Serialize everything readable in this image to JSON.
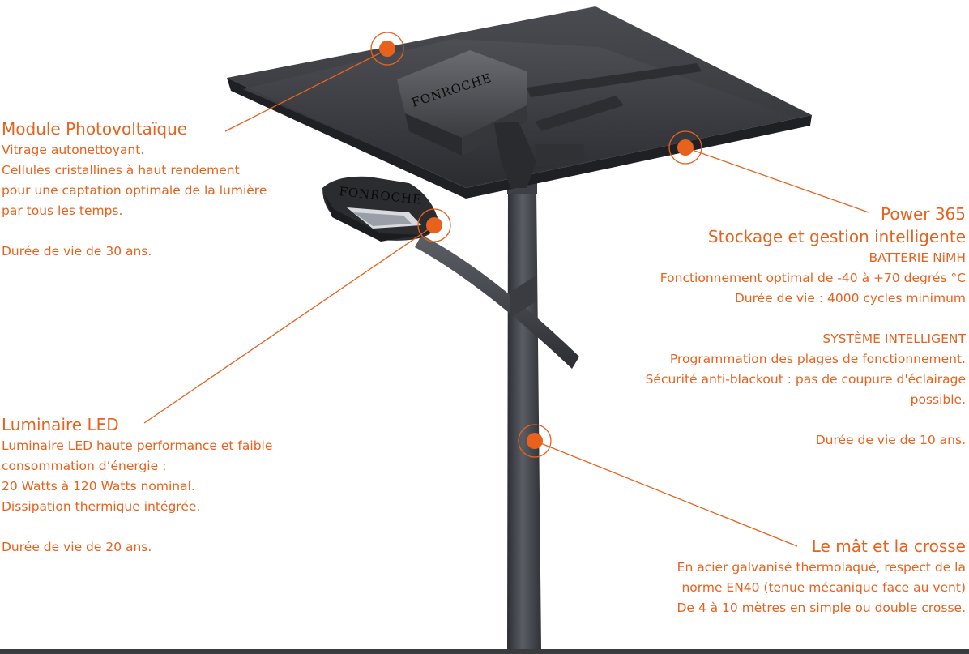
{
  "brand": "FONROCHE",
  "luminaire_brand": "FONROCHE",
  "colors": {
    "accent": "#e8621e",
    "panel": "#3a3b40",
    "pole": "#4a4c52"
  },
  "callouts": {
    "photovoltaic": {
      "title": "Module Photovoltaïque",
      "lines": [
        "Vitrage autonettoyant.",
        "Cellules cristallines à haut rendement",
        "pour une captation optimale de la lumière",
        "par tous les temps."
      ],
      "lifetime": "Durée de vie de 30 ans."
    },
    "power": {
      "title": "Power 365",
      "subtitle": "Stockage et gestion intelligente",
      "lines1": [
        "BATTERIE NiMH",
        "Fonctionnement optimal de -40 à +70 degrés °C",
        "Durée de vie : 4000 cycles minimum"
      ],
      "lines2": [
        "SYSTÈME INTELLIGENT",
        "Programmation des plages de fonctionnement.",
        "Sécurité anti-blackout : pas de coupure d'éclairage",
        "possible."
      ],
      "lifetime": "Durée de vie de 10 ans."
    },
    "led": {
      "title": "Luminaire LED",
      "lines": [
        "Luminaire LED haute performance et faible",
        "consommation d’énergie :",
        "20 Watts à 120 Watts nominal.",
        "Dissipation thermique intégrée."
      ],
      "lifetime": "Durée de vie de 20 ans."
    },
    "mast": {
      "title": "Le mât et la crosse",
      "lines": [
        "En acier galvanisé thermolaqué, respect de la",
        "norme EN40 (tenue mécanique face au vent)",
        "De 4 à 10 mètres en simple ou double crosse."
      ]
    }
  }
}
